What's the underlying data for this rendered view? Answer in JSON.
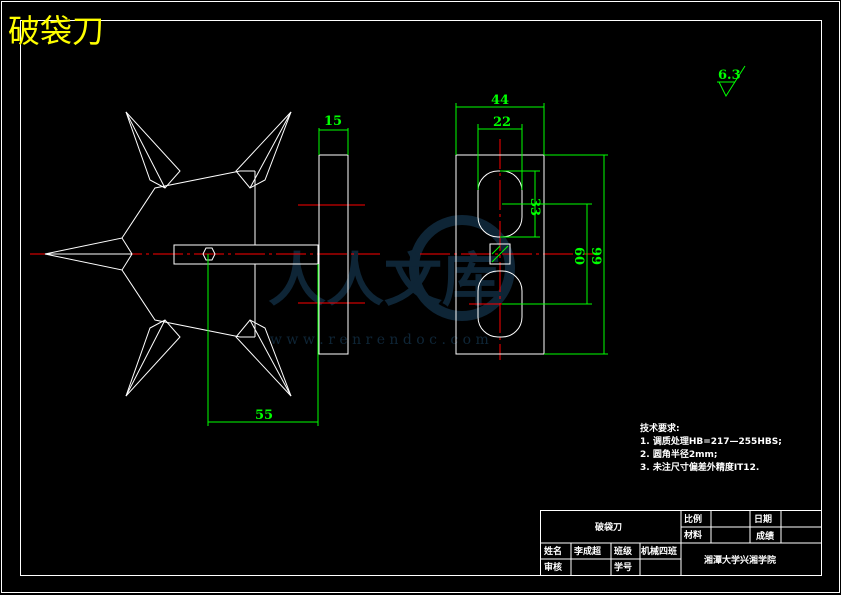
{
  "drawing_title": "破袋刀",
  "watermark": {
    "logo_text": "人人文库",
    "url": "w w w . r e n r e n d o c . c o m"
  },
  "surface_roughness": "6.3",
  "dimensions": {
    "d44": "44",
    "d22": "22",
    "d33": "33",
    "d60": "60",
    "d99": "99",
    "d15": "15",
    "d55": "55"
  },
  "tech_requirements": {
    "heading": "技术要求:",
    "items": [
      "1. 调质处理HB=217—255HBS;",
      "2. 圆角半径2mm;",
      "3. 未注尺寸偏差外精度IT12."
    ]
  },
  "title_block": {
    "part_name": "破袋刀",
    "scale_label": "比例",
    "date_label": "日期",
    "material_label": "材料",
    "grade_label": "成绩",
    "name_label": "姓名",
    "name_value": "李成超",
    "class_label": "班级",
    "class_value": "机械四班",
    "reviewer_label": "审核",
    "student_id_label": "学号",
    "school": "湘潭大学兴湘学院"
  },
  "colors": {
    "outline": "#ffffff",
    "dimension": "#00ff00",
    "centerline": "#ff0000",
    "title": "#ffff00"
  }
}
